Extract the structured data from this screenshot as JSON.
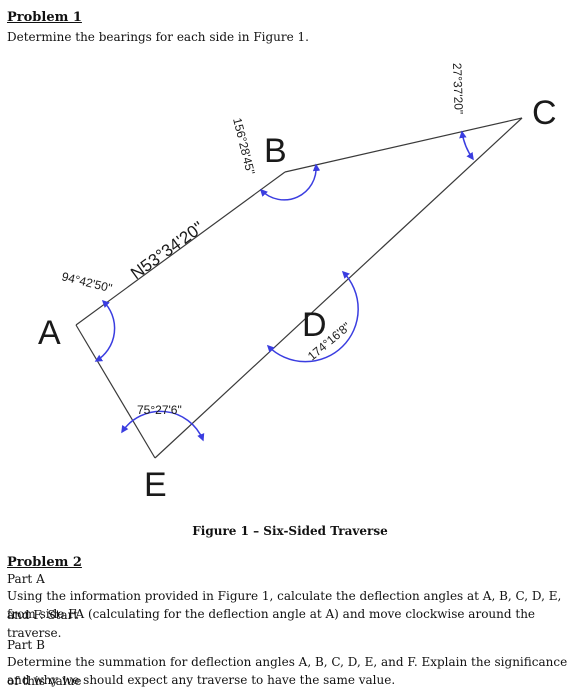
{
  "problem1": {
    "heading": "Problem 1",
    "instruction": "Determine the bearings for each side in Figure 1."
  },
  "figure": {
    "points": {
      "A": "A",
      "B": "B",
      "C": "C",
      "D": "D",
      "E": "E"
    },
    "angles": {
      "A": "94°42'50\"",
      "B": "156°28'45\"",
      "C": "27°37'20\"",
      "D": "174°16'8\"",
      "E": "75°27'6\""
    },
    "bearing_AB": "N53°34'20\"",
    "caption": "Figure 1 – Six-Sided Traverse"
  },
  "problem2": {
    "heading": "Problem 2",
    "partA_label": "Part A",
    "partA_line1": "Using the information provided in Figure 1, calculate the deflection angles at A, B, C, D, E, and F.  Start",
    "partA_line2": "from side FA (calculating for the deflection angle at A) and move clockwise around the traverse.",
    "partB_label": "Part B",
    "partB_line1": "Determine the summation for deflection angles A, B, C, D, E, and F.  Explain the significance of this value",
    "partB_line2": "and why we should expect any traverse to have the same value."
  }
}
